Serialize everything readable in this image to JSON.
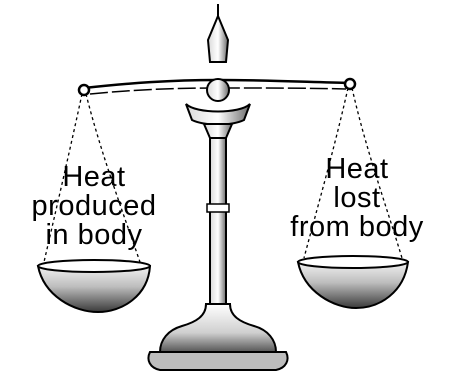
{
  "left_pan": {
    "lines": [
      "Heat",
      "produced",
      "in body"
    ]
  },
  "right_pan": {
    "lines": [
      "Heat",
      "lost",
      "from body"
    ]
  },
  "colors": {
    "ink": "#000000",
    "metal_dark": "#4a4a4a",
    "metal_light": "#e6e6e6",
    "background": "#ffffff"
  }
}
